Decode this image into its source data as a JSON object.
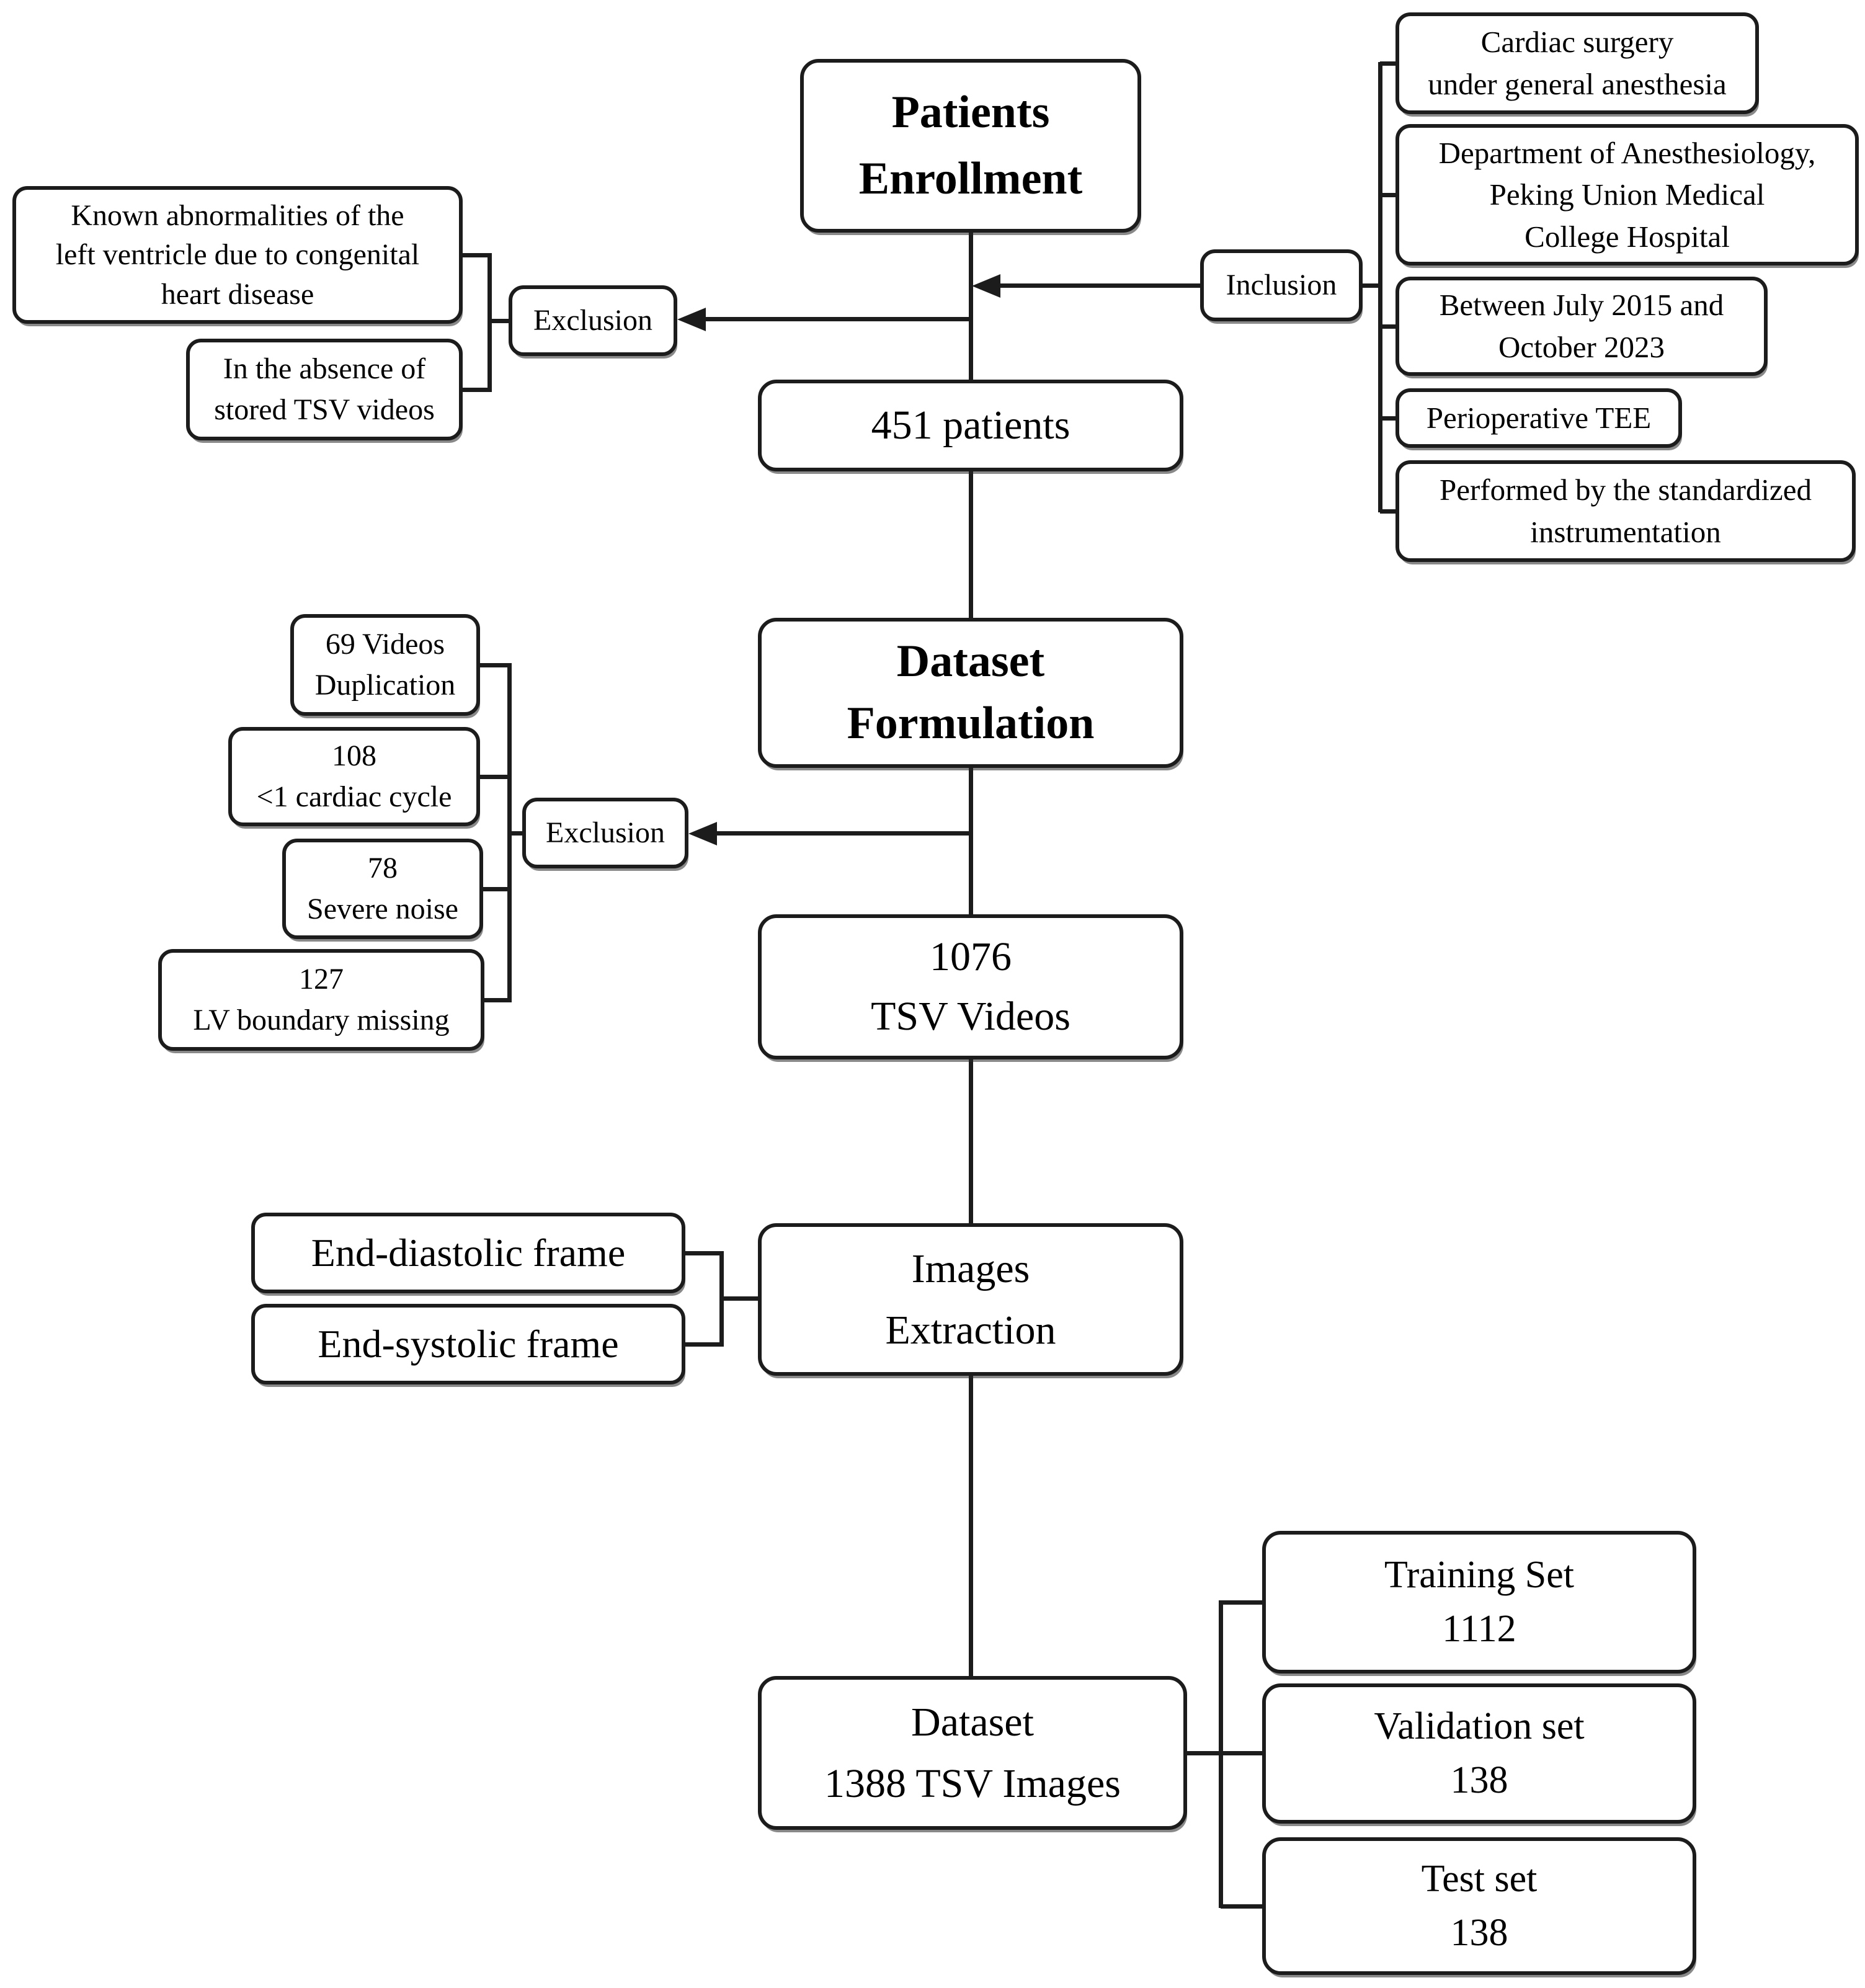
{
  "flow": {
    "enrollment": {
      "label": "Patients\nEnrollment"
    },
    "patients": {
      "label": "451 patients"
    },
    "formulation": {
      "label": "Dataset\nFormulation"
    },
    "videos": {
      "label": "1076\nTSV Videos"
    },
    "extraction": {
      "label": "Images\nExtraction"
    },
    "dataset": {
      "label": "Dataset\n1388 TSV Images"
    }
  },
  "inclusion": {
    "label": "Inclusion",
    "criteria": [
      {
        "label": "Cardiac surgery\nunder general anesthesia"
      },
      {
        "label": "Department of Anesthesiology,\nPeking Union Medical\nCollege Hospital"
      },
      {
        "label": "Between July 2015 and\nOctober 2023"
      },
      {
        "label": "Perioperative TEE"
      },
      {
        "label": "Performed by the standardized\ninstrumentation"
      }
    ]
  },
  "exclusion_patients": {
    "label": "Exclusion",
    "criteria": [
      {
        "label": "Known abnormalities of the\nleft ventricle due to congenital\nheart disease"
      },
      {
        "label": "In the absence of\nstored TSV videos"
      }
    ]
  },
  "exclusion_videos": {
    "label": "Exclusion",
    "criteria": [
      {
        "label": "69 Videos\nDuplication"
      },
      {
        "label": "108\n<1 cardiac cycle"
      },
      {
        "label": "78\nSevere noise"
      },
      {
        "label": "127\nLV boundary missing"
      }
    ]
  },
  "frames": [
    {
      "label": "End-diastolic frame"
    },
    {
      "label": "End-systolic frame"
    }
  ],
  "splits": [
    {
      "label": "Training Set\n1112"
    },
    {
      "label": "Validation set\n138"
    },
    {
      "label": "Test set\n138"
    }
  ],
  "colors": {
    "line": "#1c1c1c",
    "box_bg": "#ffffff",
    "text": "#000000"
  }
}
